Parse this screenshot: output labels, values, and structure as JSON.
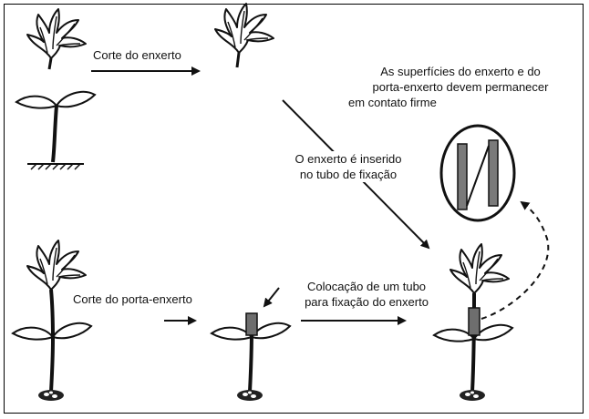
{
  "labels": {
    "corte_enxerto": "Corte do enxerto",
    "superficies": [
      "As superfícies do enxerto e do",
      "porta-enxerto devem permanecer",
      "em contato firme"
    ],
    "inserido": [
      "O enxerto é inserido",
      "no tubo de fixação"
    ],
    "corte_porta": "Corte do porta-enxerto",
    "colocacao": [
      "Colocação de um tubo",
      "para fixação do enxerto"
    ]
  },
  "colors": {
    "ink": "#111111",
    "tube": "#6e6e6e",
    "leaf_fill": "#ffffff"
  }
}
